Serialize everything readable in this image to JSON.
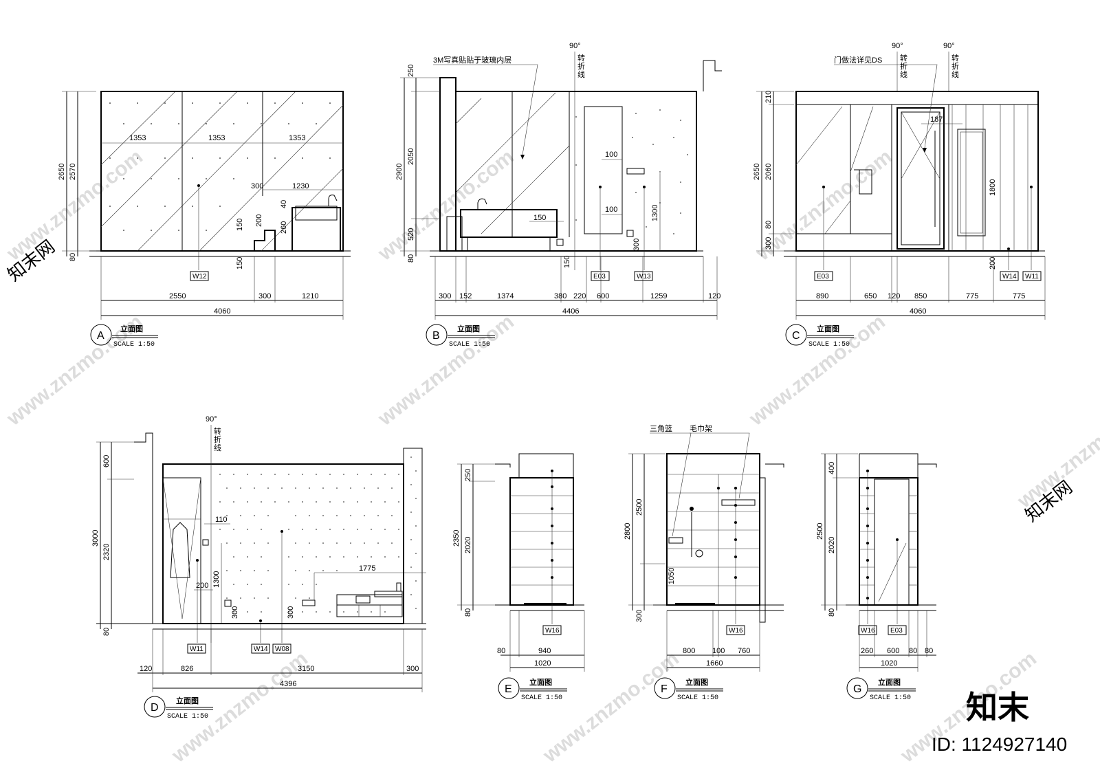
{
  "views": [
    {
      "letter": "A",
      "title": "立面图",
      "scale": "SCALE 1:50",
      "bottom_dims": [
        "2550",
        "300",
        "1210"
      ],
      "overall": "4060",
      "left_dims": [
        "2650",
        "2570",
        "80"
      ],
      "inner_dims": [
        "1353",
        "1353",
        "1353",
        "1230",
        "300",
        "40",
        "200",
        "260",
        "150",
        "150"
      ],
      "tags": [
        "W12"
      ]
    },
    {
      "letter": "B",
      "title": "立面图",
      "scale": "SCALE 1:50",
      "bottom_dims": [
        "300",
        "152",
        "1374",
        "380",
        "220",
        "600",
        "1259",
        "120"
      ],
      "overall": "4406",
      "left_dims": [
        "2900",
        "250",
        "2050",
        "520",
        "80"
      ],
      "inner_dims": [
        "100",
        "100",
        "150",
        "1300",
        "300",
        "150"
      ],
      "tags": [
        "E03",
        "W13"
      ],
      "note": "3M写真贴贴于玻璃内层",
      "break_angle": "90°",
      "break_label": [
        "转",
        "折",
        "线"
      ]
    },
    {
      "letter": "C",
      "title": "立面图",
      "scale": "SCALE 1:50",
      "bottom_dims": [
        "890",
        "650",
        "120",
        "850",
        "775",
        "775"
      ],
      "overall": "4060",
      "left_dims": [
        "2650",
        "210",
        "2060",
        "80",
        "300"
      ],
      "inner_dims": [
        "187",
        "1800",
        "200"
      ],
      "tags": [
        "E03",
        "W14",
        "W11"
      ],
      "note": "门做法详见DS",
      "break_angle": "90°",
      "break_label": [
        "转",
        "折",
        "线"
      ]
    },
    {
      "letter": "D",
      "title": "立面图",
      "scale": "SCALE 1:50",
      "bottom_dims": [
        "120",
        "826",
        "3150",
        "300"
      ],
      "overall": "4396",
      "left_dims": [
        "3000",
        "600",
        "2320",
        "80"
      ],
      "inner_dims": [
        "110",
        "200",
        "1300",
        "1775",
        "300",
        "300"
      ],
      "tags": [
        "W11",
        "W14",
        "W08"
      ],
      "break_angle": "90°",
      "break_label": [
        "转",
        "折",
        "线"
      ]
    },
    {
      "letter": "E",
      "title": "立面图",
      "scale": "SCALE 1:50",
      "bottom_dims": [
        "80",
        "940"
      ],
      "overall": "1020",
      "left_dims": [
        "2350",
        "250",
        "2020",
        "80"
      ],
      "tags": [
        "W16"
      ]
    },
    {
      "letter": "F",
      "title": "立面图",
      "scale": "SCALE 1:50",
      "bottom_dims": [
        "800",
        "100",
        "760"
      ],
      "overall": "1660",
      "left_dims": [
        "2800",
        "2500",
        "1050",
        "300"
      ],
      "tags": [
        "W16"
      ],
      "note1": "三角篮",
      "note2": "毛巾架"
    },
    {
      "letter": "G",
      "title": "立面图",
      "scale": "SCALE 1:50",
      "bottom_dims": [
        "260",
        "600",
        "80",
        "80"
      ],
      "overall": "1020",
      "left_dims": [
        "2500",
        "400",
        "2020",
        "80"
      ],
      "tags": [
        "W16",
        "E03"
      ]
    }
  ],
  "watermark": "www.znzmo.com",
  "watermark_cn": "知末网",
  "brand": "知末",
  "id_label": "ID: 1124927140"
}
